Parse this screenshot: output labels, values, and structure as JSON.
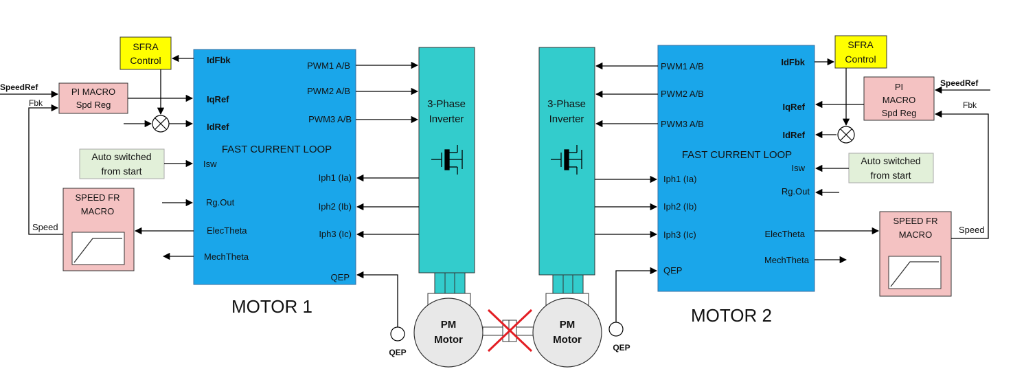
{
  "left": {
    "title": "MOTOR 1",
    "block_title": "FAST CURRENT LOOP",
    "inputs": {
      "idfbk": "IdFbk",
      "iqref": "IqRef",
      "idref": "IdRef",
      "isw": "Isw",
      "rgout": "Rg.Out",
      "electheta": "ElecTheta",
      "mechtheta": "MechTheta"
    },
    "outputs": {
      "pwm1": "PWM1 A/B",
      "pwm2": "PWM2 A/B",
      "pwm3": "PWM3 A/B",
      "iph1": "Iph1 (Ia)",
      "iph2": "Iph2 (Ib)",
      "iph3": "Iph3 (Ic)",
      "qep": "QEP"
    },
    "sfra": {
      "line1": "SFRA",
      "line2": "Control"
    },
    "pi": {
      "line1": "PI MACRO",
      "line2": "Spd Reg"
    },
    "speedref": "SpeedRef",
    "fbk": "Fbk",
    "speed": "Speed",
    "auto": {
      "line1": "Auto switched",
      "line2": "from start"
    },
    "speedfr": {
      "line1": "SPEED FR",
      "line2": "MACRO"
    },
    "inverter": {
      "line1": "3-Phase",
      "line2": "Inverter"
    },
    "motor": {
      "line1": "PM",
      "line2": "Motor"
    },
    "qep_label": "QEP"
  },
  "right": {
    "title": "MOTOR 2",
    "block_title": "FAST CURRENT LOOP",
    "inputs": {
      "idfbk": "IdFbk",
      "iqref": "IqRef",
      "idref": "IdRef",
      "isw": "Isw",
      "rgout": "Rg.Out",
      "electheta": "ElecTheta",
      "mechtheta": "MechTheta"
    },
    "outputs": {
      "pwm1": "PWM1 A/B",
      "pwm2": "PWM2 A/B",
      "pwm3": "PWM3 A/B",
      "iph1": "Iph1 (Ia)",
      "iph2": "Iph2 (Ib)",
      "iph3": "Iph3 (Ic)",
      "qep": "QEP"
    },
    "sfra": {
      "line1": "SFRA",
      "line2": "Control"
    },
    "pi": {
      "line1": "PI",
      "line2": "MACRO",
      "line3": "Spd Reg"
    },
    "speedref": "SpeedRef",
    "fbk": "Fbk",
    "speed": "Speed",
    "auto": {
      "line1": "Auto switched",
      "line2": "from start"
    },
    "speedfr": {
      "line1": "SPEED FR",
      "line2": "MACRO"
    },
    "inverter": {
      "line1": "3-Phase",
      "line2": "Inverter"
    },
    "motor": {
      "line1": "PM",
      "line2": "Motor"
    },
    "qep_label": "QEP"
  },
  "colors": {
    "block": "#1aa6ea",
    "inverter": "#33cccc",
    "sfra": "#ffff00",
    "pi": "#f4c2c2",
    "auto": "#e2f0d9",
    "cross": "#e31e24"
  }
}
